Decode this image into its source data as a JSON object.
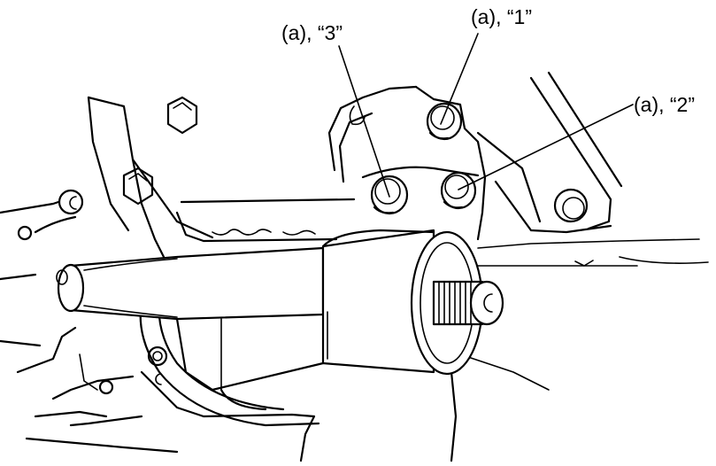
{
  "callouts": [
    {
      "id": "1",
      "text": "(a), “1”"
    },
    {
      "id": "2",
      "text": "(a), “2”"
    },
    {
      "id": "3",
      "text": "(a), “3”"
    }
  ],
  "colors": {
    "line": "#000000",
    "background": "#ffffff"
  }
}
